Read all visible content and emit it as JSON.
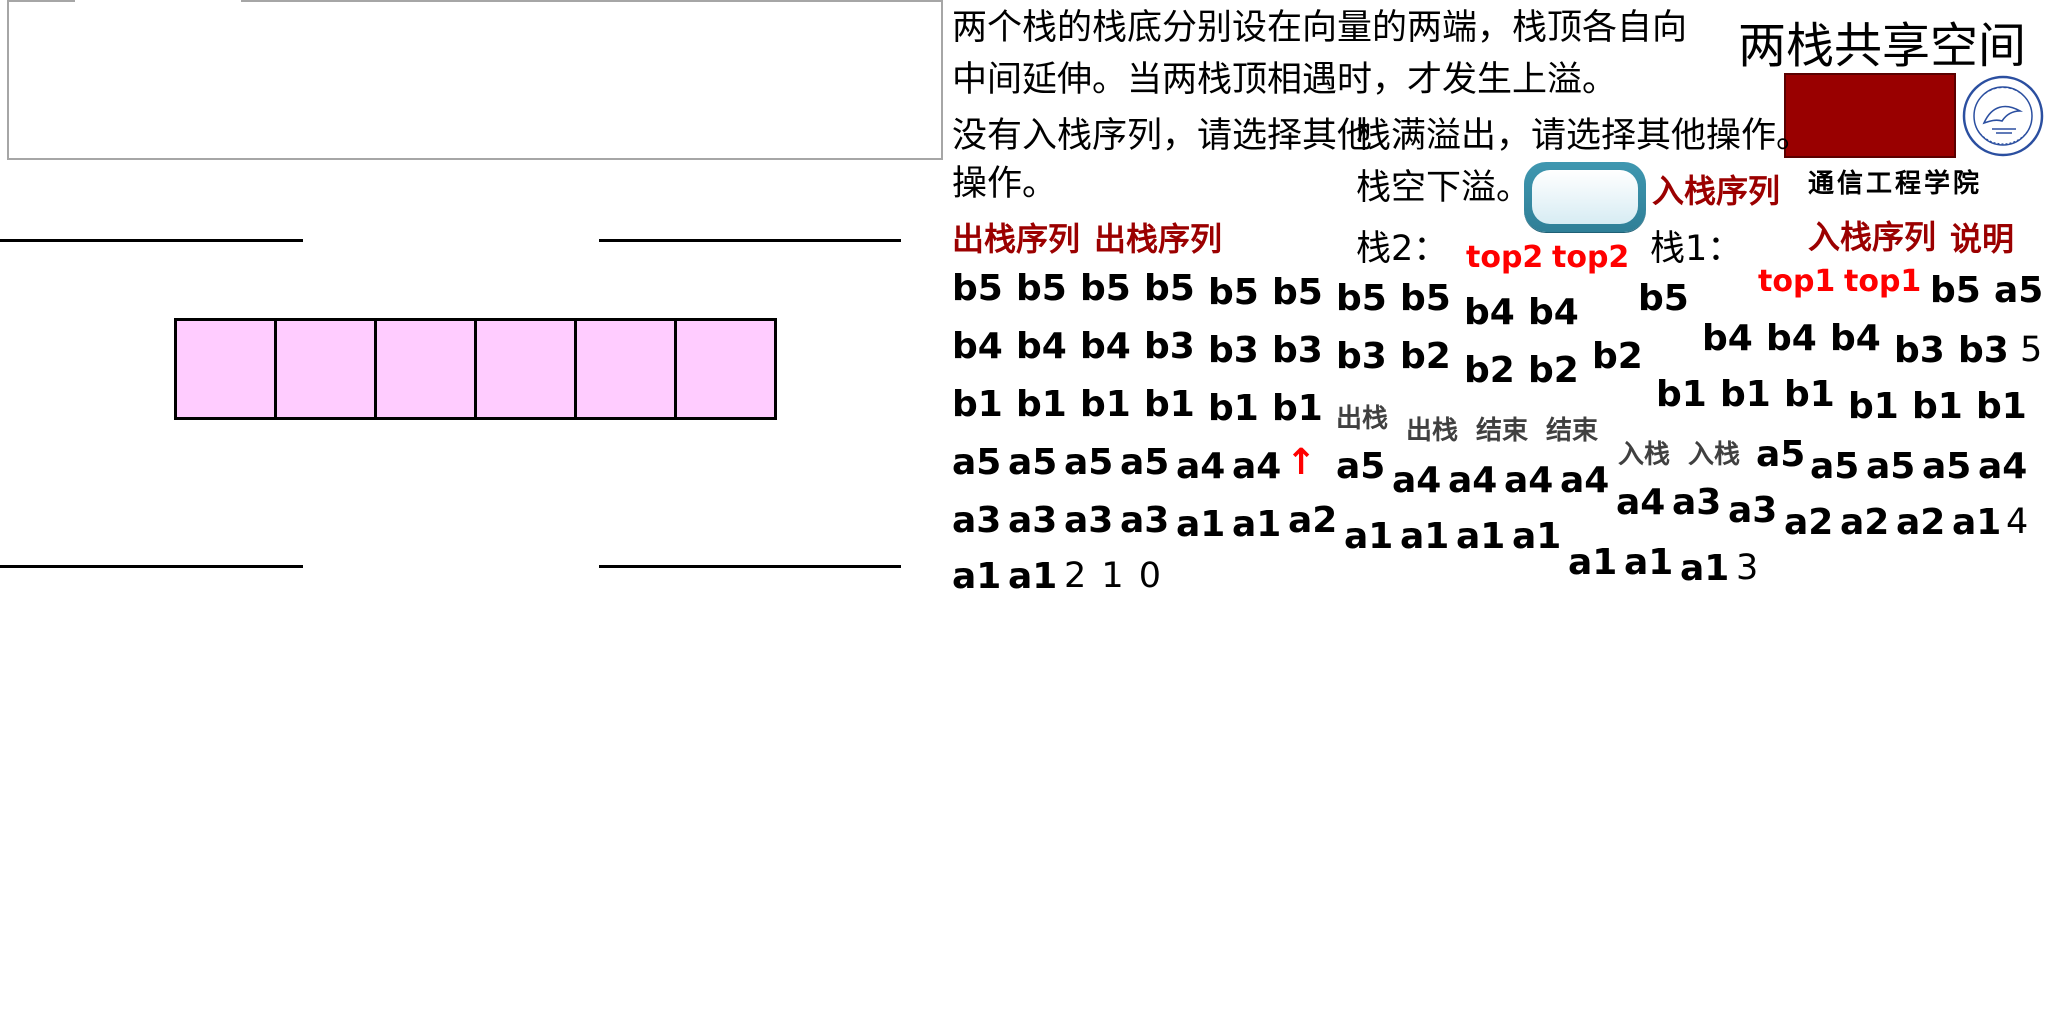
{
  "description_text": {
    "line1": "两个栈的栈底分别设在向量的两端，栈顶各自向",
    "line2": "中间延伸。当两栈顶相遇时，才发生上溢。"
  },
  "title": "两栈共享空间",
  "messages": {
    "no_push_seq_1": "没有入栈序列，请选择其他",
    "no_push_seq_2": "操作。",
    "overflow": "栈满溢出，请选择其他操作。",
    "underflow": "栈空下溢。"
  },
  "labels": {
    "push_seq_1": "入栈序列",
    "push_seq_2": "入栈序列",
    "explain": "说明",
    "pop_seq_1": "出栈序列",
    "pop_seq_2": "出栈序列",
    "stack2": "栈2：",
    "stack1": "栈1：",
    "top2_a": "top2",
    "top2_b": "top2",
    "top1_a": "top1",
    "top1_b": "top1"
  },
  "college": "通信工程学院",
  "stack_cells": 6,
  "colors": {
    "cell_fill": "#ffccff",
    "accent_red": "#9b0000",
    "alert_red": "#ff0000"
  },
  "tokens": {
    "r1": [
      "b5",
      "b5",
      "b5",
      "b5",
      "b5",
      "b5",
      "b5",
      "b5",
      "b4",
      "b4",
      "b5",
      "b5",
      "a5"
    ],
    "r2a": [
      "b4",
      "b4",
      "b4",
      "b3",
      "b3",
      "b3",
      "b3",
      "b2",
      "b2",
      "b2",
      "b2"
    ],
    "r2b": [
      "b4",
      "b4",
      "b4",
      "b3",
      "b3"
    ],
    "n5": "5",
    "r3": [
      "b1",
      "b1",
      "b1",
      "b1",
      "b1",
      "b1"
    ],
    "r3b": [
      "b1",
      "b1",
      "b1",
      "b1",
      "b1",
      "b1"
    ],
    "ops": [
      "出栈",
      "出栈",
      "结束",
      "结束",
      "入栈",
      "入栈"
    ],
    "r4": [
      "a5",
      "a5",
      "a5",
      "a5",
      "a4",
      "a4"
    ],
    "arrow": "↑",
    "r4b": [
      "a5",
      "a4",
      "a4",
      "a4",
      "a4"
    ],
    "r4c": [
      "a5",
      "a5",
      "a5",
      "a5",
      "a4"
    ],
    "r5": [
      "a3",
      "a3",
      "a3",
      "a3",
      "a1",
      "a1",
      "a2"
    ],
    "r5b": [
      "a1",
      "a1",
      "a1",
      "a1"
    ],
    "r5c": [
      "a4",
      "a3",
      "a3"
    ],
    "r5d": [
      "a2",
      "a2",
      "a2",
      "a1"
    ],
    "n4": "4",
    "r6": [
      "a1",
      "a1"
    ],
    "n210": "2 1 0",
    "r6b": [
      "a1",
      "a1",
      "a1"
    ],
    "n3": "3"
  }
}
